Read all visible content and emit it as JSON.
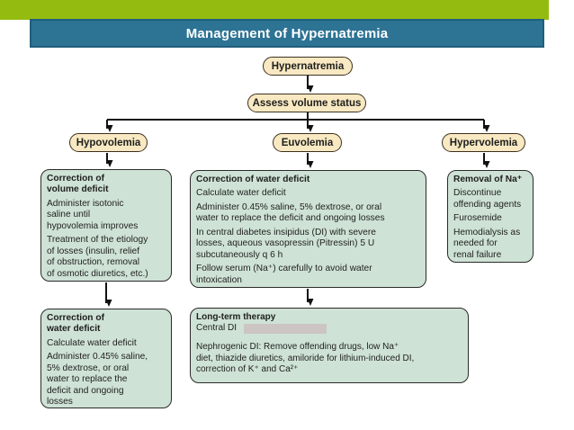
{
  "slide": {
    "title": "Management of Hypernatremia"
  },
  "colors": {
    "accent_bar": "#94bc10",
    "title_bar_bg": "#2d7394",
    "title_bar_border": "#215e7c",
    "pill_bg": "#f8e9c2",
    "pill_border": "#3c3120",
    "box_bg": "#cee2d5",
    "box_border": "#2b2b2b",
    "redaction": "#ccc5c4",
    "text": "#1f1f1f"
  },
  "flowchart": {
    "nodes": {
      "hypernatremia": "Hypernatremia",
      "assess": "Assess volume status",
      "hypovolemia": "Hypovolemia",
      "euvolemia": "Euvolemia",
      "hypervolemia": "Hypervolemia"
    },
    "boxes": {
      "volume_deficit": {
        "title": "Correction of\nvolume deficit",
        "paragraphs": [
          "Administer isotonic\nsaline until\nhypovolemia improves",
          "Treatment of the etiology\nof losses (insulin, relief\nof obstruction, removal\nof osmotic diuretics, etc.)"
        ]
      },
      "water_deficit_top": {
        "title": "Correction of water deficit",
        "paragraphs": [
          "Calculate water deficit",
          "Administer 0.45% saline, 5% dextrose, or oral\nwater to replace the deficit and ongoing losses",
          "In central diabetes insipidus (DI) with severe\nlosses, aqueous vasopressin (Pitressin) 5 U\nsubcutaneously q 6 h",
          "Follow serum (Na⁺) carefully to avoid water\nintoxication"
        ]
      },
      "removal_na": {
        "title": "Removal of Na⁺",
        "paragraphs": [
          "Discontinue\noffending agents",
          "Furosemide",
          "Hemodialysis as\nneeded for\nrenal failure"
        ]
      },
      "water_deficit_bottom": {
        "title": "Correction of\nwater deficit",
        "paragraphs": [
          "Calculate water deficit",
          "Administer 0.45% saline,\n5% dextrose, or oral\nwater to replace the\ndeficit and ongoing\nlosses"
        ]
      },
      "long_term": {
        "title": "Long-term therapy",
        "central_di_label": "Central DI",
        "paragraphs": [
          "Nephrogenic DI: Remove offending drugs, low Na⁺\ndiet, thiazide diuretics, amiloride for lithium-induced DI,\ncorrection of K⁺ and Ca²⁺"
        ]
      }
    }
  }
}
